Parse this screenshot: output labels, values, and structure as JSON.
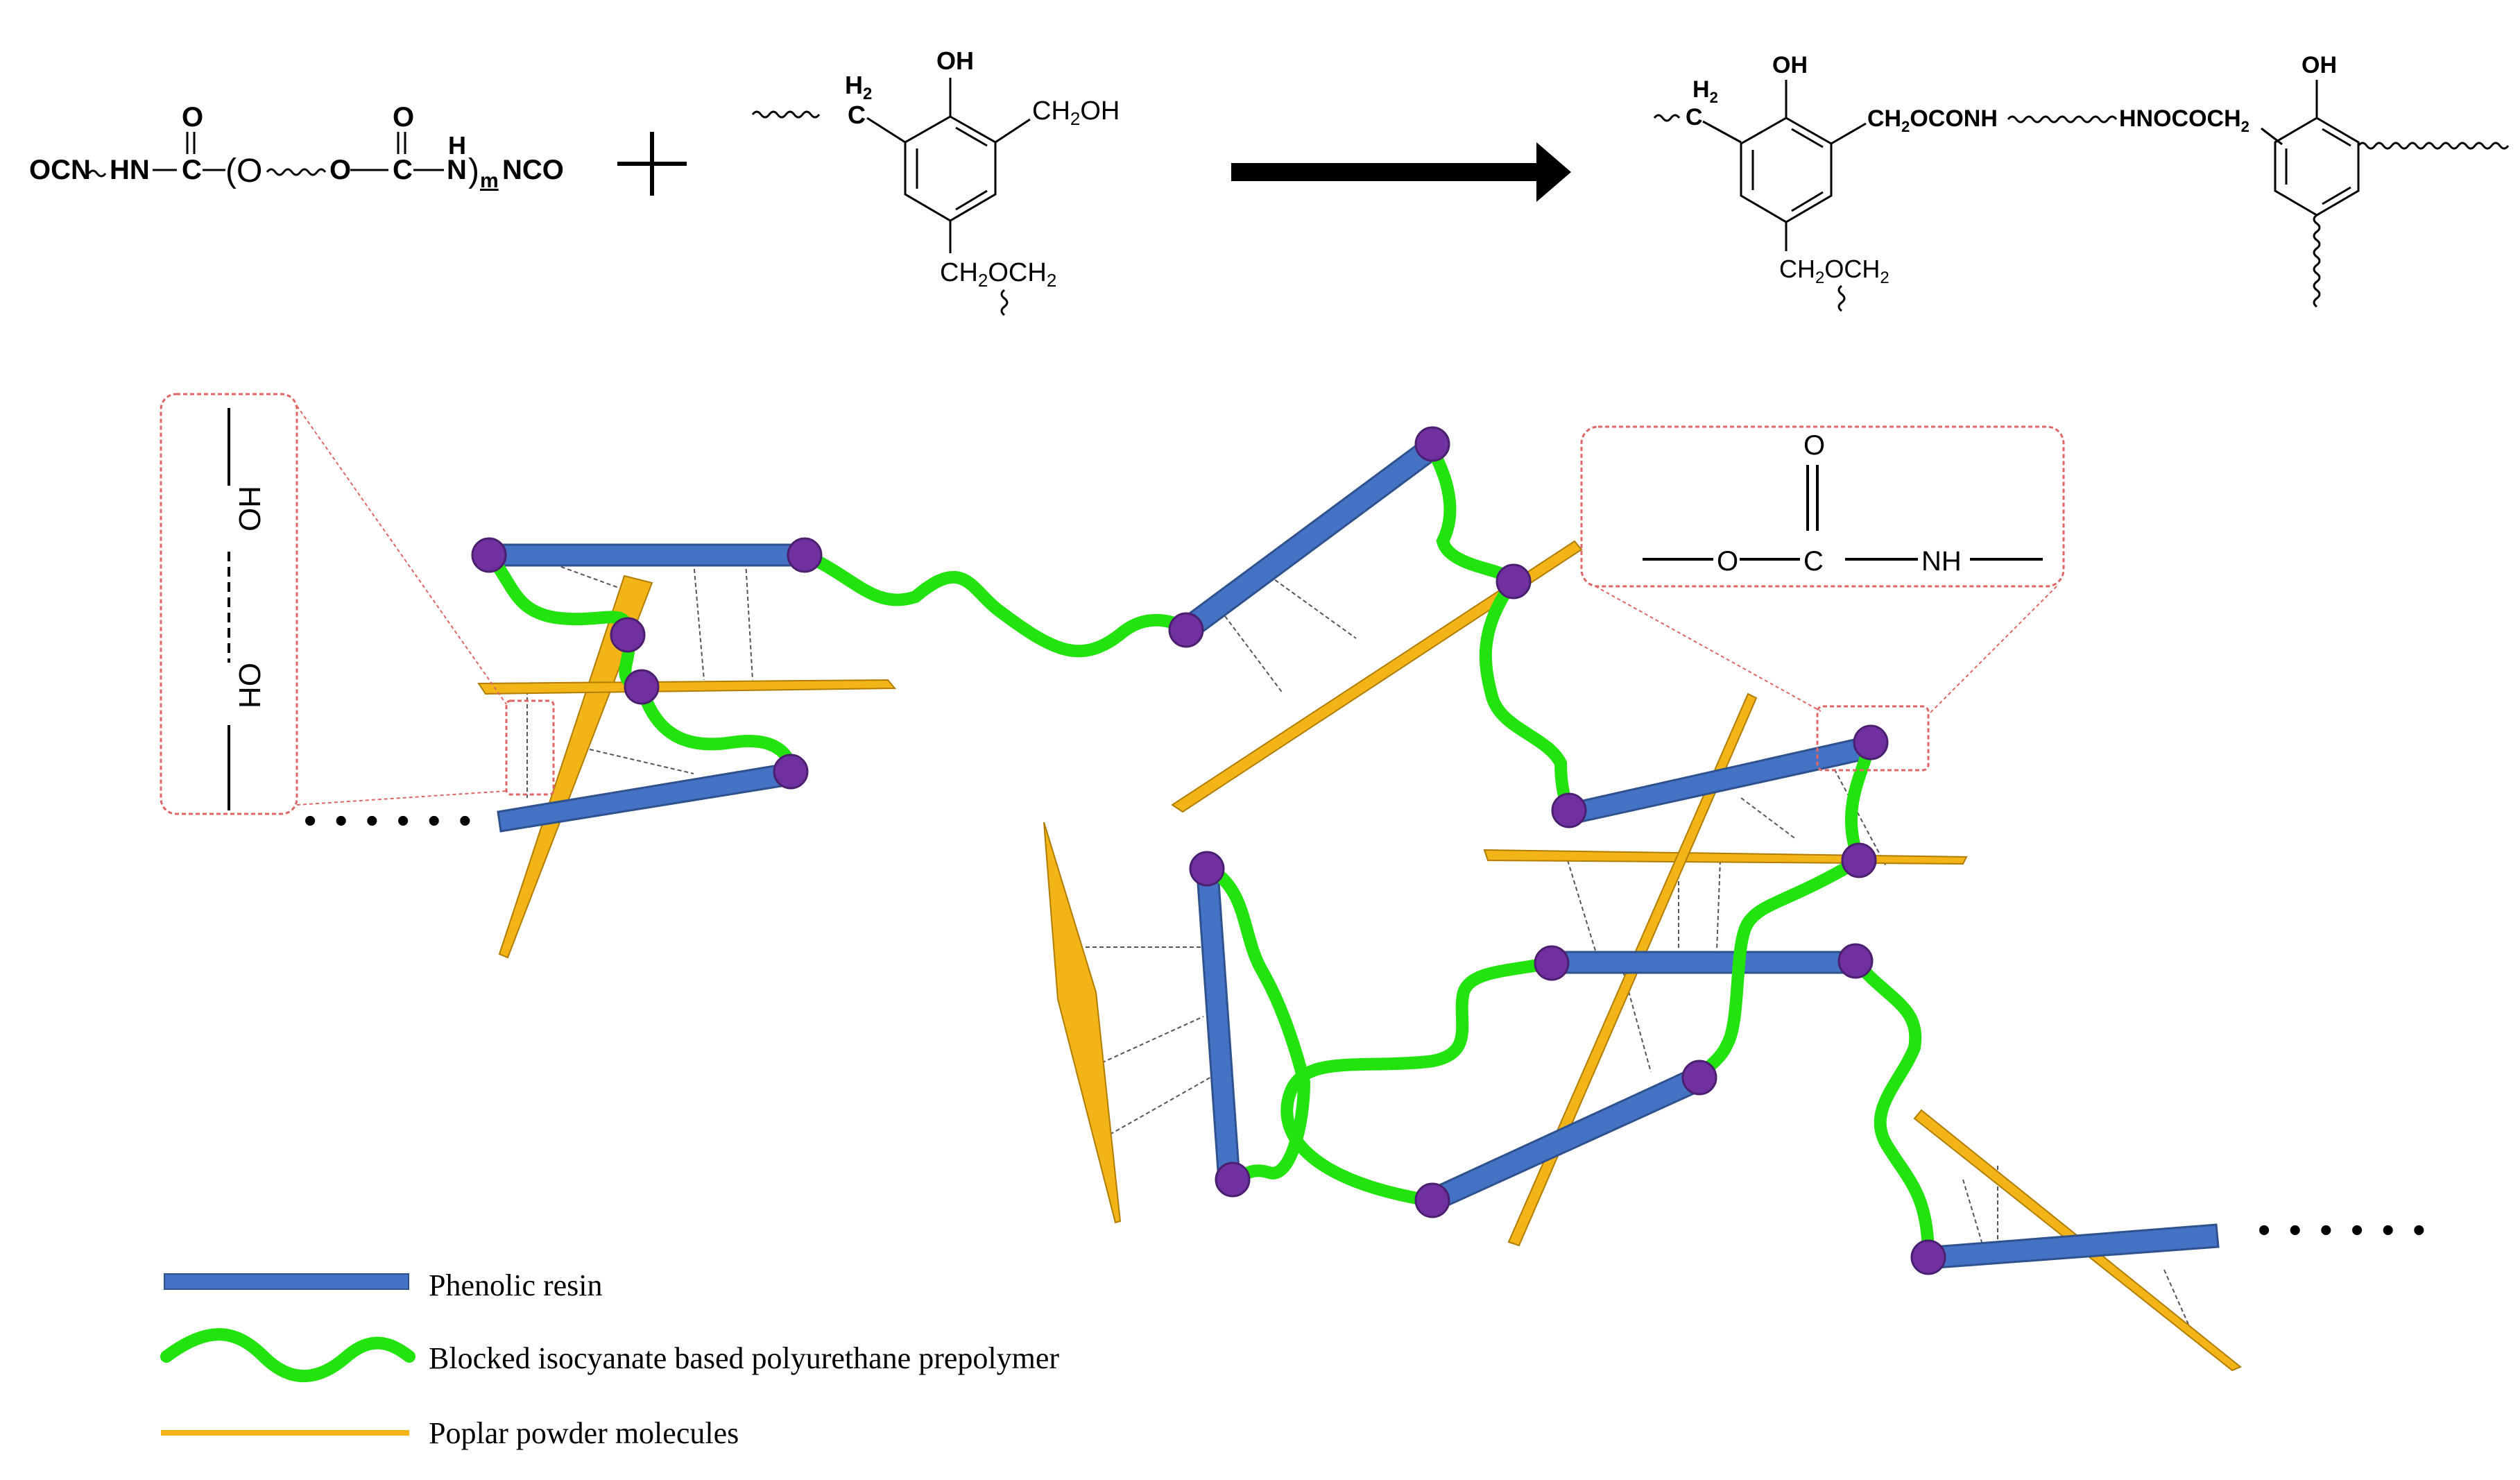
{
  "reaction": {
    "reactant1": {
      "ocn": "OCN",
      "hn": "HN",
      "o_top1": "O",
      "c1": "C",
      "o_open": "(O",
      "o_mid": "O",
      "o_top2": "O",
      "c2": "C",
      "h": "H",
      "n": "N",
      "m": "m",
      "nco": "NCO"
    },
    "plus": "+",
    "reactant2": {
      "h2": "H",
      "h2_sub": "2",
      "c": "C",
      "oh": "OH",
      "ch2oh": "CH",
      "ch2oh_sub": "2",
      "ch2oh_tail": "OH",
      "ch2och2_a": "CH",
      "ch2och2_b": "OCH",
      "sub": "2"
    },
    "product": {
      "h2": "H",
      "h2_sub": "2",
      "c": "C",
      "oh_left": "OH",
      "linkage_left": "CH",
      "linkage_left_sub": "2",
      "linkage_left_tail": "OCONH",
      "linkage_right": "HNOCOCH",
      "linkage_right_sub": "2",
      "oh_right": "OH",
      "ch2och2_a": "CH",
      "ch2och2_b": "OCH",
      "sub": "2"
    }
  },
  "insets": {
    "hbond": {
      "oh": "OH",
      "ho": "HO"
    },
    "urethane": {
      "o_top": "O",
      "o": "O",
      "c": "C",
      "nh": "NH"
    }
  },
  "network": {
    "ellipsis_left": "• • • • • •",
    "ellipsis_right": "• • • • • •",
    "colors": {
      "phenolic_resin": "#4472c4",
      "prepolymer": "#22e30d",
      "poplar": "#f2b417",
      "junction": "#7030a0"
    }
  },
  "legend": {
    "items": [
      {
        "label": "Phenolic resin",
        "color": "#4472c4"
      },
      {
        "label": "Blocked isocyanate based polyurethane prepolymer",
        "color": "#22e30d"
      },
      {
        "label": "Poplar powder molecules",
        "color": "#f2b417"
      }
    ]
  }
}
